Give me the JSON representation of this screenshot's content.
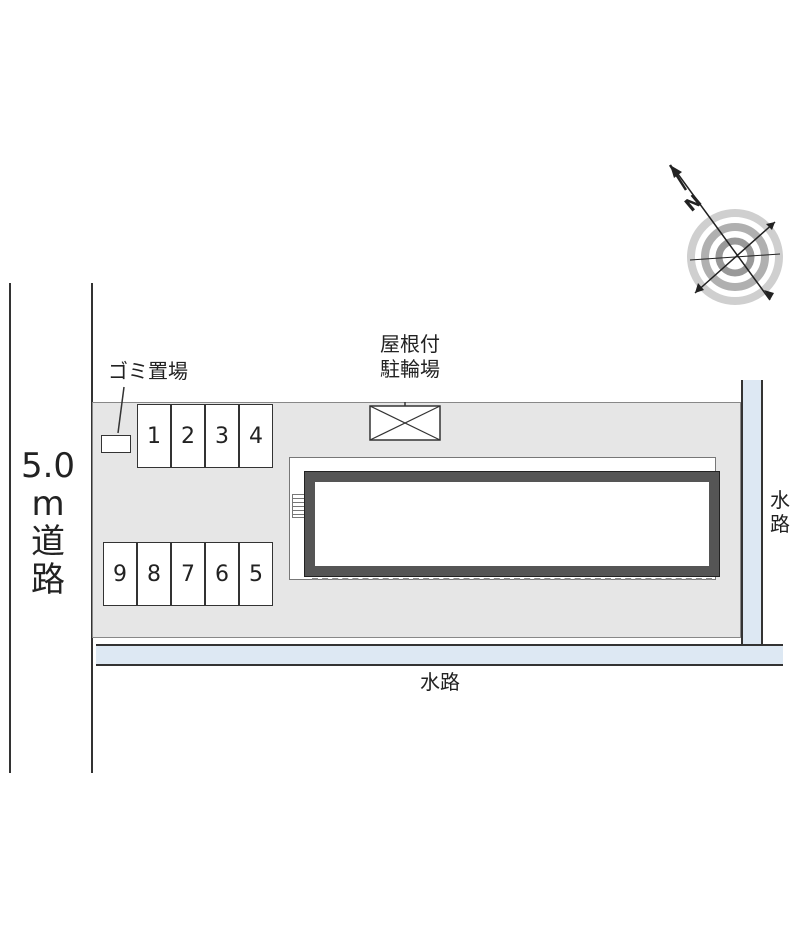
{
  "road": {
    "width_label_1": "5.0",
    "width_label_2": "m",
    "road_char_1": "道",
    "road_char_2": "路"
  },
  "garbage": {
    "label": "ゴミ置場"
  },
  "bike_parking": {
    "line1": "屋根付",
    "line2": "駐輪場"
  },
  "parking": {
    "top_row": [
      "1",
      "2",
      "3",
      "4"
    ],
    "bottom_row": [
      "9",
      "8",
      "7",
      "6",
      "5"
    ]
  },
  "waterways": {
    "east": {
      "char1": "水",
      "char2": "路"
    },
    "south": "水路"
  },
  "compass": {
    "north_label": "N",
    "icon": "compass-rose-icon"
  },
  "colors": {
    "lot": "#e6e6e6",
    "water": "#dde8f3",
    "building": "#555555"
  }
}
